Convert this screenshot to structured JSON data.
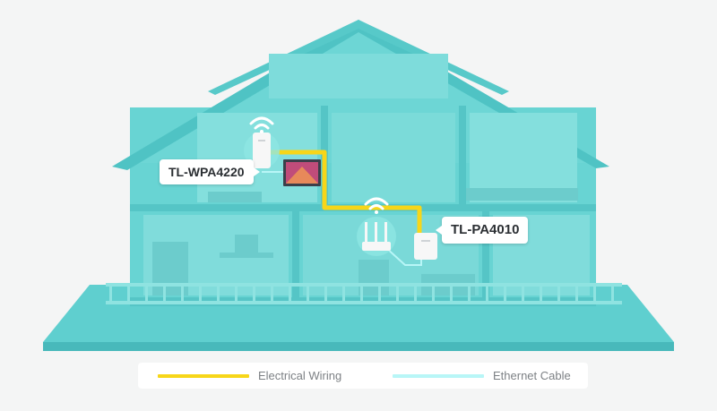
{
  "diagram": {
    "devices": [
      {
        "name": "TL-WPA4220"
      },
      {
        "name": "TL-PA4010"
      }
    ]
  },
  "legend": {
    "items": [
      {
        "label": "Electrical Wiring",
        "color": "#f7d619"
      },
      {
        "label": "Ethernet Cable",
        "color": "#b8f6f7"
      }
    ]
  },
  "colors": {
    "house": "#62d1d1",
    "house_dark": "#4cbcbf",
    "house_light": "#8fe3e1",
    "electrical_wiring": "#f7d619",
    "ethernet_cable": "#b8f6f7",
    "background": "#f4f5f5"
  },
  "icons": [
    "wifi-icon",
    "adapter-icon",
    "router-icon",
    "tv-icon"
  ]
}
